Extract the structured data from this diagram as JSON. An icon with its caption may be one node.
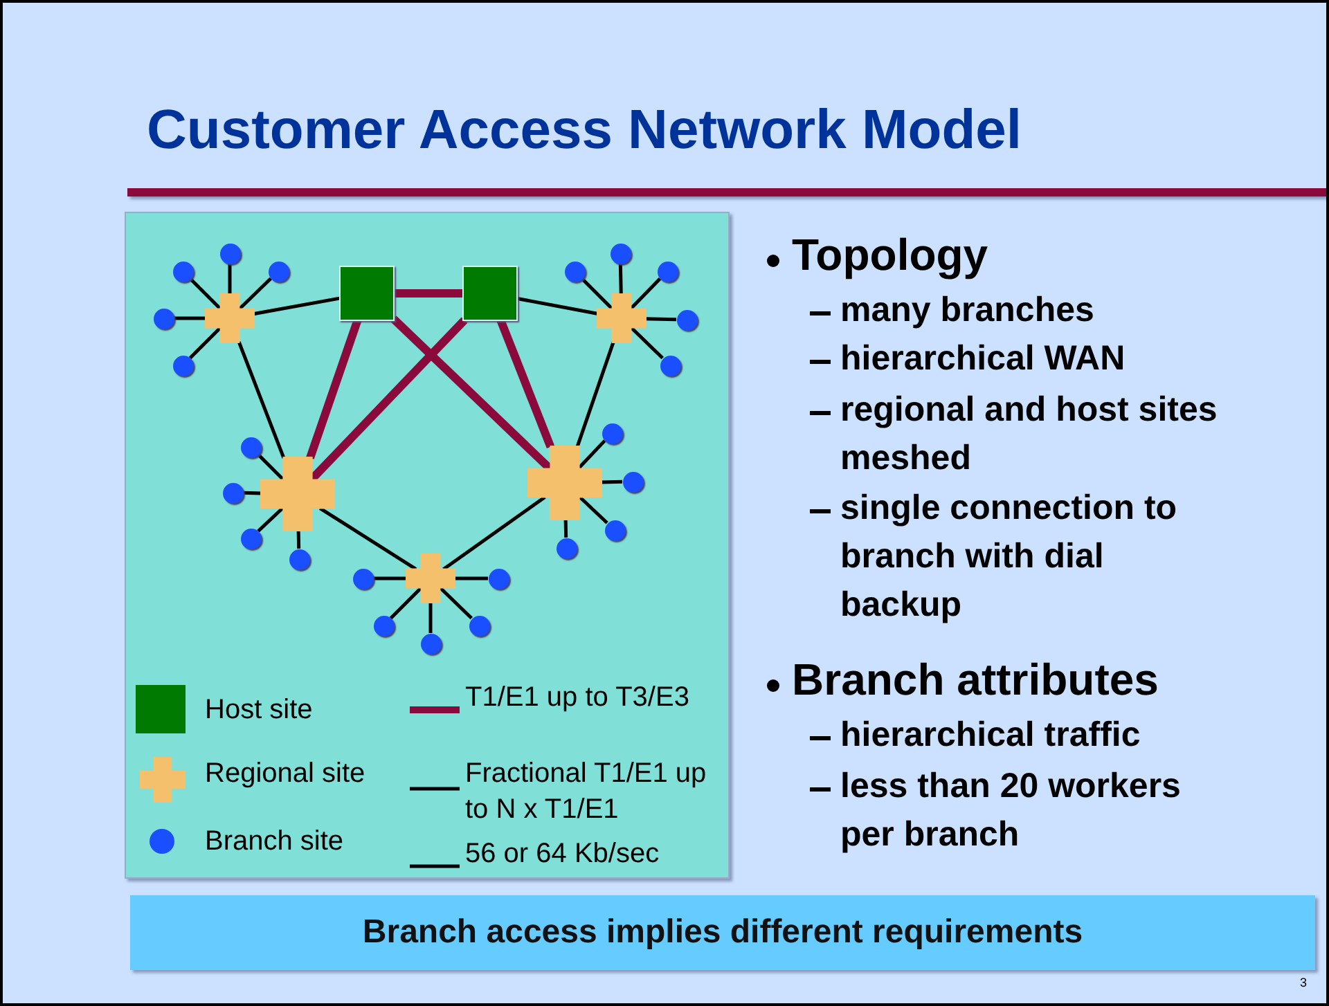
{
  "diagram": {
    "title": "Customer Access Network Model",
    "nodes": [
      {
        "text": [],
        "shape": "box"
      },
      {
        "text": [],
        "shape": "box"
      },
      {
        "text": [],
        "shape": "cross"
      },
      {
        "text": [],
        "shape": "cross"
      },
      {
        "text": [],
        "shape": "cross"
      },
      {
        "text": [],
        "shape": "cross"
      },
      {
        "text": [],
        "shape": "cross"
      },
      {
        "text": [],
        "shape": "circle"
      },
      {
        "text": [],
        "shape": "circle"
      },
      {
        "text": [],
        "shape": "circle"
      },
      {
        "text": [],
        "shape": "circle"
      },
      {
        "text": [],
        "shape": "circle"
      },
      {
        "text": [],
        "shape": "circle"
      },
      {
        "text": [],
        "shape": "circle"
      },
      {
        "text": [],
        "shape": "circle"
      },
      {
        "text": [],
        "shape": "circle"
      },
      {
        "text": [],
        "shape": "circle"
      },
      {
        "text": [],
        "shape": "circle"
      },
      {
        "text": [],
        "shape": "circle"
      },
      {
        "text": [],
        "shape": "circle"
      },
      {
        "text": [],
        "shape": "circle"
      },
      {
        "text": [],
        "shape": "circle"
      },
      {
        "text": [],
        "shape": "circle"
      },
      {
        "text": [],
        "shape": "circle"
      },
      {
        "text": [],
        "shape": "circle"
      },
      {
        "text": [],
        "shape": "circle"
      },
      {
        "text": [],
        "shape": "circle"
      },
      {
        "text": [],
        "shape": "circle"
      },
      {
        "text": [],
        "shape": "circle"
      },
      {
        "text": [],
        "shape": "circle"
      },
      {
        "text": [
          "Branch access implies different requirements"
        ]
      }
    ],
    "edges": [
      {
        "from": 0,
        "to": 1,
        "arrow": "none",
        "style": "thick",
        "color": "#8b0a3c"
      },
      {
        "from": 0,
        "to": 2,
        "arrow": "none"
      },
      {
        "from": 1,
        "to": 3,
        "arrow": "none"
      },
      {
        "from": 0,
        "to": 4,
        "arrow": "none",
        "style": "thick",
        "color": "#8b0a3c"
      },
      {
        "from": 0,
        "to": 5,
        "arrow": "none",
        "style": "thick",
        "color": "#8b0a3c"
      },
      {
        "from": 1,
        "to": 4,
        "arrow": "none",
        "style": "thick",
        "color": "#8b0a3c"
      },
      {
        "from": 1,
        "to": 5,
        "arrow": "none",
        "style": "thick",
        "color": "#8b0a3c"
      },
      {
        "from": 2,
        "to": 4,
        "arrow": "none"
      },
      {
        "from": 3,
        "to": 5,
        "arrow": "none"
      },
      {
        "from": 4,
        "to": 6,
        "arrow": "none"
      },
      {
        "from": 5,
        "to": 6,
        "arrow": "none"
      },
      {
        "from": 2,
        "to": 7,
        "arrow": "none"
      },
      {
        "from": 2,
        "to": 8,
        "arrow": "none"
      },
      {
        "from": 2,
        "to": 9,
        "arrow": "none"
      },
      {
        "from": 2,
        "to": 10,
        "arrow": "none"
      },
      {
        "from": 2,
        "to": 11,
        "arrow": "none"
      },
      {
        "from": 3,
        "to": 12,
        "arrow": "none"
      },
      {
        "from": 3,
        "to": 13,
        "arrow": "none"
      },
      {
        "from": 3,
        "to": 14,
        "arrow": "none"
      },
      {
        "from": 3,
        "to": 15,
        "arrow": "none"
      },
      {
        "from": 3,
        "to": 16,
        "arrow": "none"
      },
      {
        "from": 4,
        "to": 17,
        "arrow": "none"
      },
      {
        "from": 4,
        "to": 18,
        "arrow": "none"
      },
      {
        "from": 4,
        "to": 19,
        "arrow": "none"
      },
      {
        "from": 4,
        "to": 20,
        "arrow": "none"
      },
      {
        "from": 5,
        "to": 21,
        "arrow": "none"
      },
      {
        "from": 5,
        "to": 22,
        "arrow": "none"
      },
      {
        "from": 5,
        "to": 23,
        "arrow": "none"
      },
      {
        "from": 5,
        "to": 24,
        "arrow": "none"
      },
      {
        "from": 6,
        "to": 25,
        "arrow": "none"
      },
      {
        "from": 6,
        "to": 26,
        "arrow": "none"
      },
      {
        "from": 6,
        "to": 27,
        "arrow": "none"
      },
      {
        "from": 6,
        "to": 28,
        "arrow": "none"
      },
      {
        "from": 6,
        "to": 29,
        "arrow": "none"
      }
    ],
    "labels": [
      "Topology",
      "many branches",
      "hierarchical WAN",
      "regional and host sites meshed",
      "single connection to branch with dial backup",
      "Branch attributes",
      "hierarchical traffic",
      "less than 20 workers per branch",
      "3"
    ],
    "legend": [
      {
        "text": "Host site",
        "color": "#007a00"
      },
      {
        "text": "Regional site",
        "color": "#f4c06c"
      },
      {
        "text": "Branch site",
        "color": "#1a4fff"
      },
      {
        "text": "T1/E1 up to T3/E3"
      },
      {
        "text": "Fractional T1/E1 up to N x T1/E1"
      },
      {
        "text": "56 or 64 Kb/sec"
      }
    ]
  }
}
